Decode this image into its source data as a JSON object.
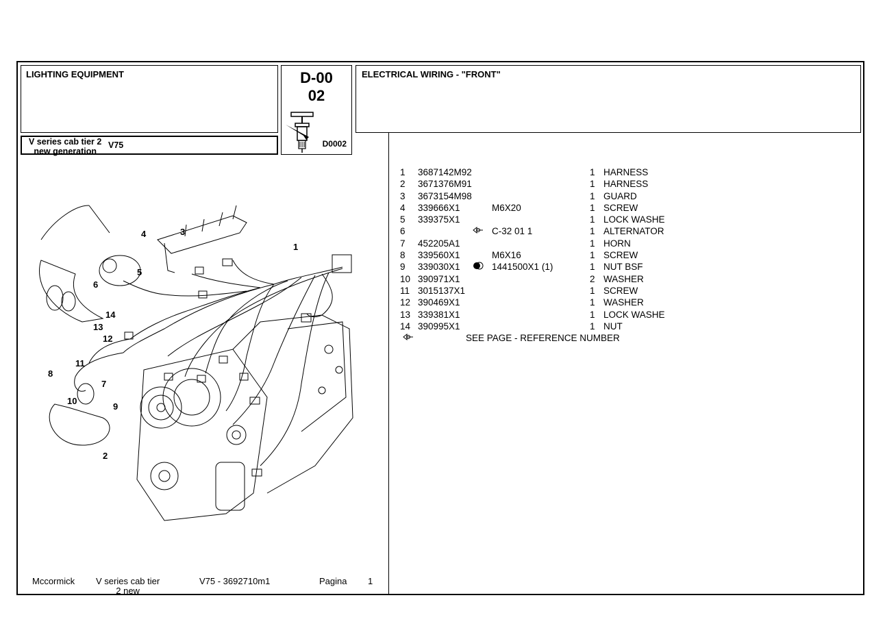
{
  "header": {
    "section": "LIGHTING EQUIPMENT",
    "series_line1": "V series cab tier 2",
    "series_line2": "new generation",
    "model": "V75",
    "code_line1": "D-00",
    "code_line2": "02",
    "figure_code": "D0002",
    "title": "ELECTRICAL WIRING - \"FRONT\""
  },
  "parts": [
    {
      "no": "1",
      "part": "3687142M92",
      "icon": "",
      "dim": "",
      "qty": "1",
      "desc": "HARNESS"
    },
    {
      "no": "2",
      "part": "3671376M91",
      "icon": "",
      "dim": "",
      "qty": "1",
      "desc": "HARNESS"
    },
    {
      "no": "3",
      "part": "3673154M98",
      "icon": "",
      "dim": "",
      "qty": "1",
      "desc": "GUARD"
    },
    {
      "no": "4",
      "part": "339666X1",
      "icon": "",
      "dim": "M6X20",
      "qty": "1",
      "desc": "SCREW"
    },
    {
      "no": "5",
      "part": "339375X1",
      "icon": "",
      "dim": "",
      "qty": "1",
      "desc": "LOCK WASHE"
    },
    {
      "no": "6",
      "part": "",
      "icon": "reference-icon",
      "dim": "C-32 01  1",
      "qty": "1",
      "desc": "ALTERNATOR"
    },
    {
      "no": "7",
      "part": "452205A1",
      "icon": "",
      "dim": "",
      "qty": "1",
      "desc": "HORN"
    },
    {
      "no": "8",
      "part": "339560X1",
      "icon": "",
      "dim": "M6X16",
      "qty": "1",
      "desc": "SCREW"
    },
    {
      "no": "9",
      "part": "339030X1",
      "icon": "replacement-icon",
      "dim": "1441500X1  (1)",
      "qty": "1",
      "desc": "NUT BSF"
    },
    {
      "no": "10",
      "part": "390971X1",
      "icon": "",
      "dim": "",
      "qty": "2",
      "desc": "WASHER"
    },
    {
      "no": "11",
      "part": "3015137X1",
      "icon": "",
      "dim": "",
      "qty": "1",
      "desc": "SCREW"
    },
    {
      "no": "12",
      "part": "390469X1",
      "icon": "",
      "dim": "",
      "qty": "1",
      "desc": "WASHER"
    },
    {
      "no": "13",
      "part": "339381X1",
      "icon": "",
      "dim": "",
      "qty": "1",
      "desc": "LOCK WASHE"
    },
    {
      "no": "14",
      "part": "390995X1",
      "icon": "",
      "dim": "",
      "qty": "1",
      "desc": "NUT"
    }
  ],
  "reference_note": "SEE PAGE - REFERENCE NUMBER",
  "callouts": [
    "1",
    "2",
    "3",
    "4",
    "5",
    "6",
    "7",
    "8",
    "9",
    "10",
    "11",
    "12",
    "13",
    "14"
  ],
  "footer": {
    "brand": "Mccormick",
    "series_line1": "V series cab tier",
    "series_line2": "2 new",
    "model_ref": "V75 - 3692710m1",
    "page_label": "Pagina",
    "page_number": "1"
  }
}
